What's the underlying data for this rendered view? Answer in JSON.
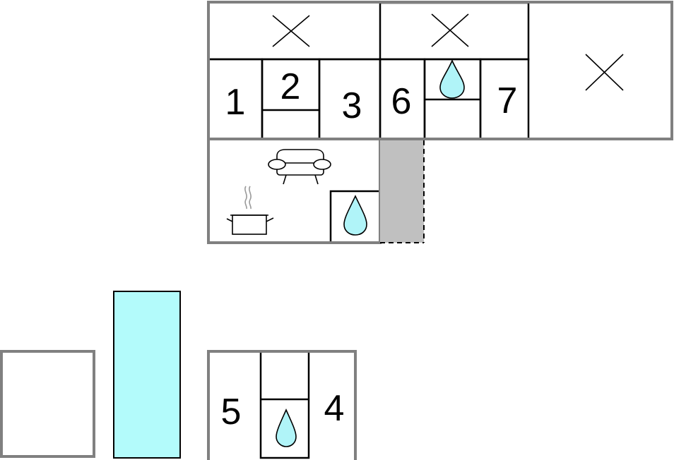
{
  "floorplan": {
    "room_labels": {
      "r1": "1",
      "r2": "2",
      "r3": "3",
      "r4": "4",
      "r5": "5",
      "r6": "6",
      "r7": "7"
    },
    "icons": {
      "cross": "cross-icon",
      "water": "water-drop-icon",
      "sofa": "sofa-icon",
      "cooking_pot": "cooking-pot-icon"
    },
    "colors": {
      "exterior_wall": "#808080",
      "interior_wall": "#000000",
      "water_fill": "#b0f4f8",
      "pool_fill": "#b3fbfb",
      "terrace_fill": "#c0c0c0"
    }
  }
}
